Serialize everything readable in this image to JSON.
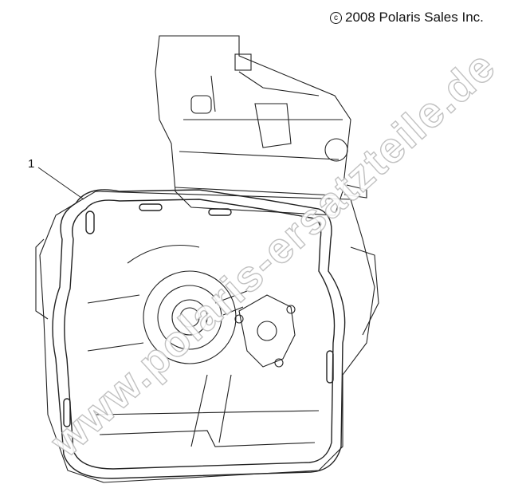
{
  "copyright": {
    "symbol": "c",
    "text": "2008 Polaris Sales Inc."
  },
  "callouts": [
    {
      "label": "1"
    }
  ],
  "watermark": "www.polaris-ersatzteile.de"
}
